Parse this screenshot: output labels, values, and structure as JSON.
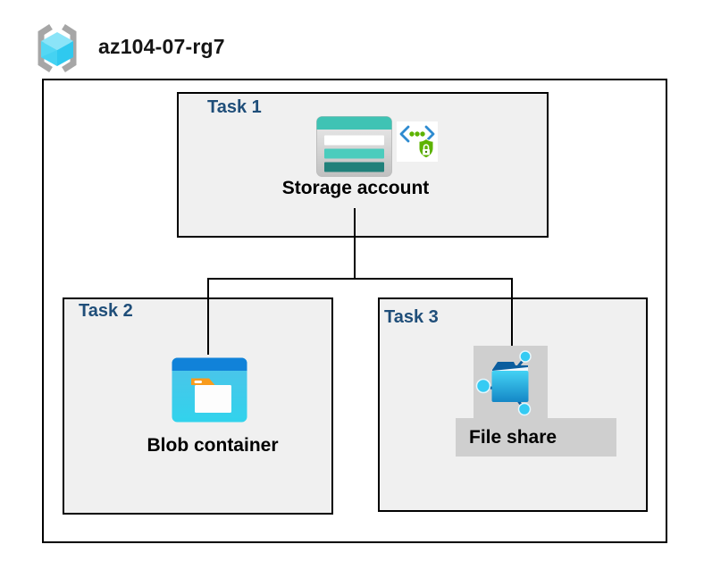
{
  "resource_group": {
    "name": "az104-07-rg7",
    "icon": "resource-group-icon"
  },
  "tasks": [
    {
      "label": "Task 1",
      "resource": "Storage account",
      "icons": [
        "storage-account-icon",
        "secure-access-sas-icon"
      ]
    },
    {
      "label": "Task 2",
      "resource": "Blob container",
      "icons": [
        "blob-container-icon"
      ]
    },
    {
      "label": "Task 3",
      "resource": "File share",
      "icons": [
        "file-share-icon"
      ]
    }
  ],
  "connections": [
    {
      "from": "Storage account",
      "to": "Blob container"
    },
    {
      "from": "Storage account",
      "to": "File share"
    }
  ],
  "colors": {
    "task_label_navy": "#1f4e79",
    "task_box_fill": "#f0f0f0",
    "highlight_gray": "#cfcfcf",
    "line_black": "#000000",
    "storage_teal": "#3fc3b4",
    "storage_teal_dark": "#20807a",
    "blob_bar_blue": "#1182d9",
    "blob_body_cyan": "#3ac9ec",
    "folder_tab_orange": "#f89b1c",
    "file_share_dark_blue": "#0a5d9e",
    "node_cyan": "#35cbf3",
    "rg_cube_cyan": "#53d7f4",
    "rg_bracket_gray": "#a6a6a6",
    "sas_green": "#5db300",
    "sas_blue": "#2e8bd0"
  }
}
